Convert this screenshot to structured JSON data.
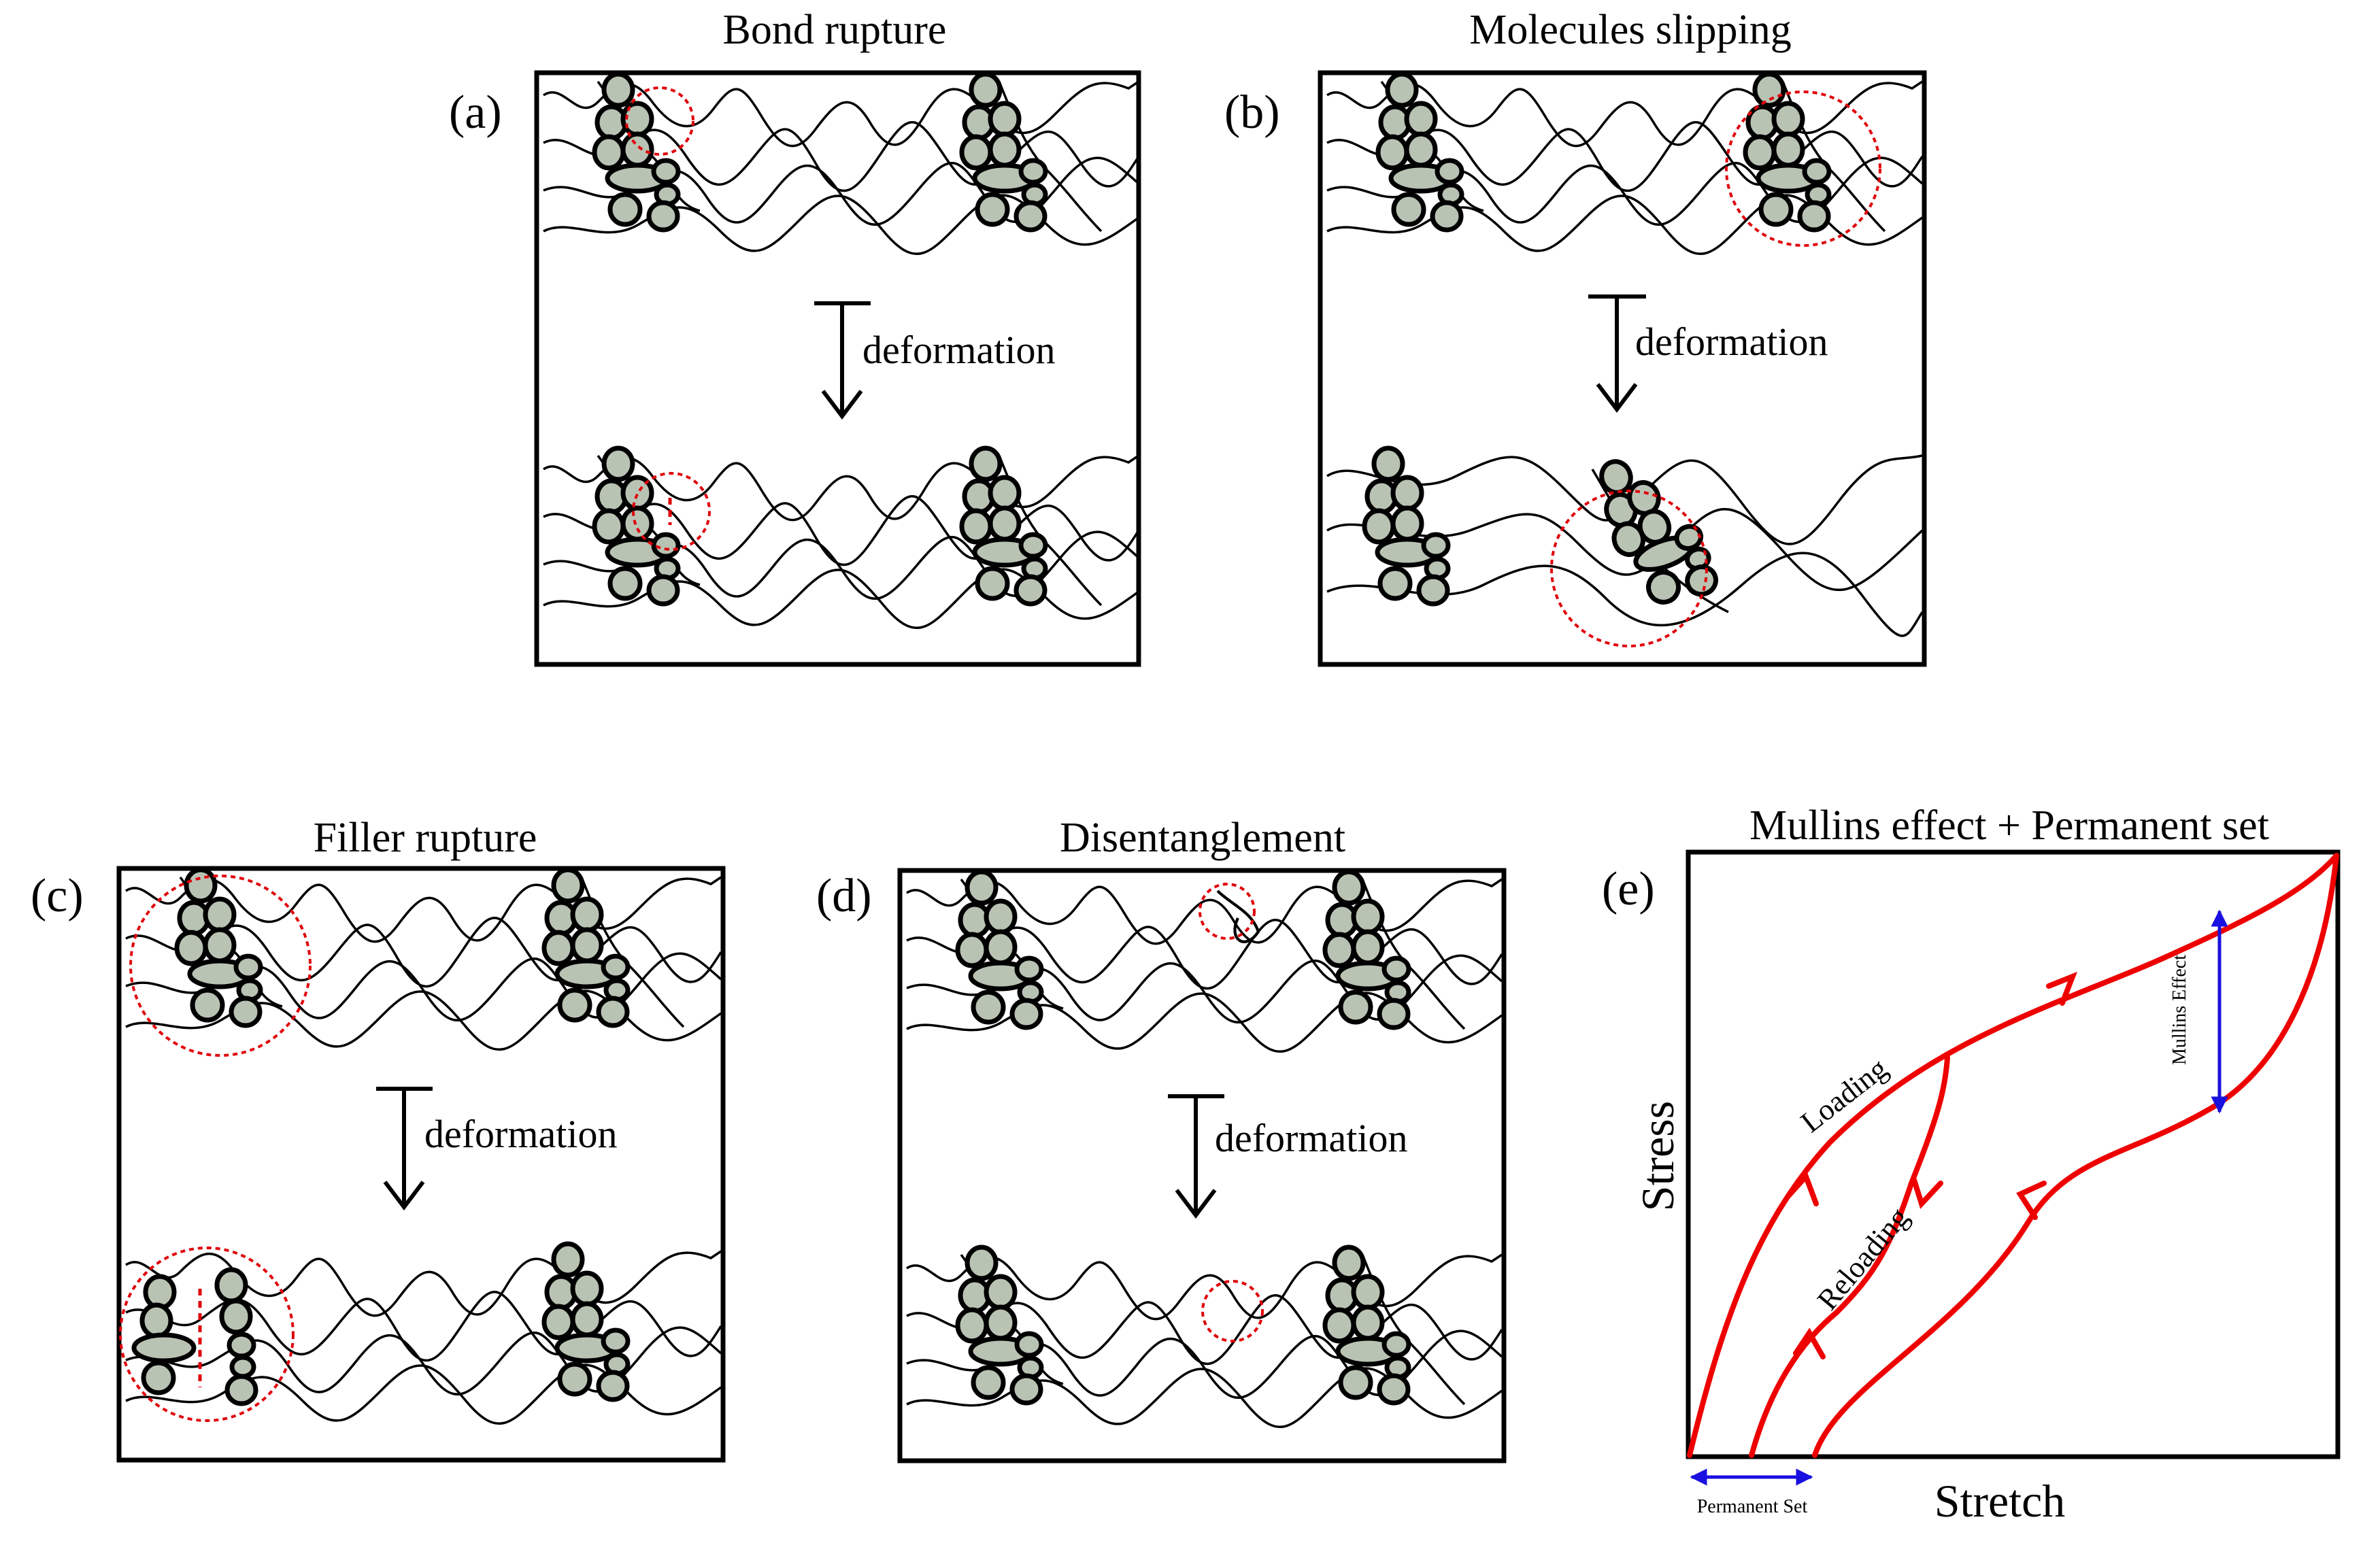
{
  "panels": [
    {
      "id": "a",
      "label": "(a)",
      "title": "Bond rupture",
      "deformation": "deformation"
    },
    {
      "id": "b",
      "label": "(b)",
      "title": "Molecules slipping",
      "deformation": "deformation"
    },
    {
      "id": "c",
      "label": "(c)",
      "title": "Filler rupture",
      "deformation": "deformation"
    },
    {
      "id": "d",
      "label": "(d)",
      "title": "Disentanglement",
      "deformation": "deformation"
    }
  ],
  "graph": {
    "label": "(e)",
    "title": "Mullins effect + Permanent set",
    "xlabel": "Stretch",
    "ylabel": "Stress",
    "loading": "Loading",
    "reloading": "Reloading",
    "mullins": "Mullins Effect",
    "permanent_set": "Permanent Set"
  },
  "colors": {
    "bead_fill": "#b9c3b4",
    "highlight": "#e0000a",
    "curve": "#ee0000",
    "dimension": "#1a10e0"
  }
}
